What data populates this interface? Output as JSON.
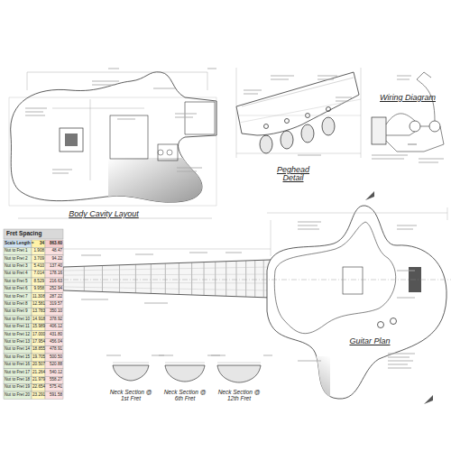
{
  "diagram": {
    "labels": [
      "Body Cavity Layout",
      "Peghead Detail",
      "Wiring Diagram",
      "Guitar Plan",
      "Neck Section @ 1st Fret",
      "Neck Section @ 6th Fret",
      "Neck Section @ 12th Fret",
      "Fret Spacing",
      "Scale Length =",
      "34",
      "863.60",
      "Nut to Fret 1",
      "1.908",
      "48.47",
      "Nut to Fret 2",
      "3.709",
      "94.22",
      "Nut to Fret 3",
      "5.410",
      "137.40",
      "Nut to Fret 4",
      "7.014",
      "178.16",
      "Nut to Fret 5",
      "8.529",
      "216.63",
      "Nut to Fret 6",
      "9.958",
      "252.94",
      "Nut to Fret 7",
      "11.308",
      "287.22",
      "Nut to Fret 8",
      "12.581",
      "319.57",
      "Nut to Fret 9",
      "13.783",
      "350.10",
      "Nut to Fret 10",
      "14.918",
      "378.92",
      "Nut to Fret 11",
      "15.989",
      "406.12",
      "Nut to Fret 12",
      "17.000",
      "431.80",
      "Nut to Fret 13",
      "17.954",
      "456.04",
      "Nut to Fret 14",
      "18.855",
      "478.91",
      "Nut to Fret 15",
      "19.705",
      "500.50",
      "Nut to Fret 16",
      "20.507",
      "520.88",
      "Nut to Fret 17",
      "21.264",
      "540.12",
      "Nut to Fret 18",
      "21.979",
      "558.27",
      "Nut to Fret 19",
      "22.654",
      "575.41",
      "Nut to Fret 20",
      "23.291",
      "591.58"
    ]
  }
}
